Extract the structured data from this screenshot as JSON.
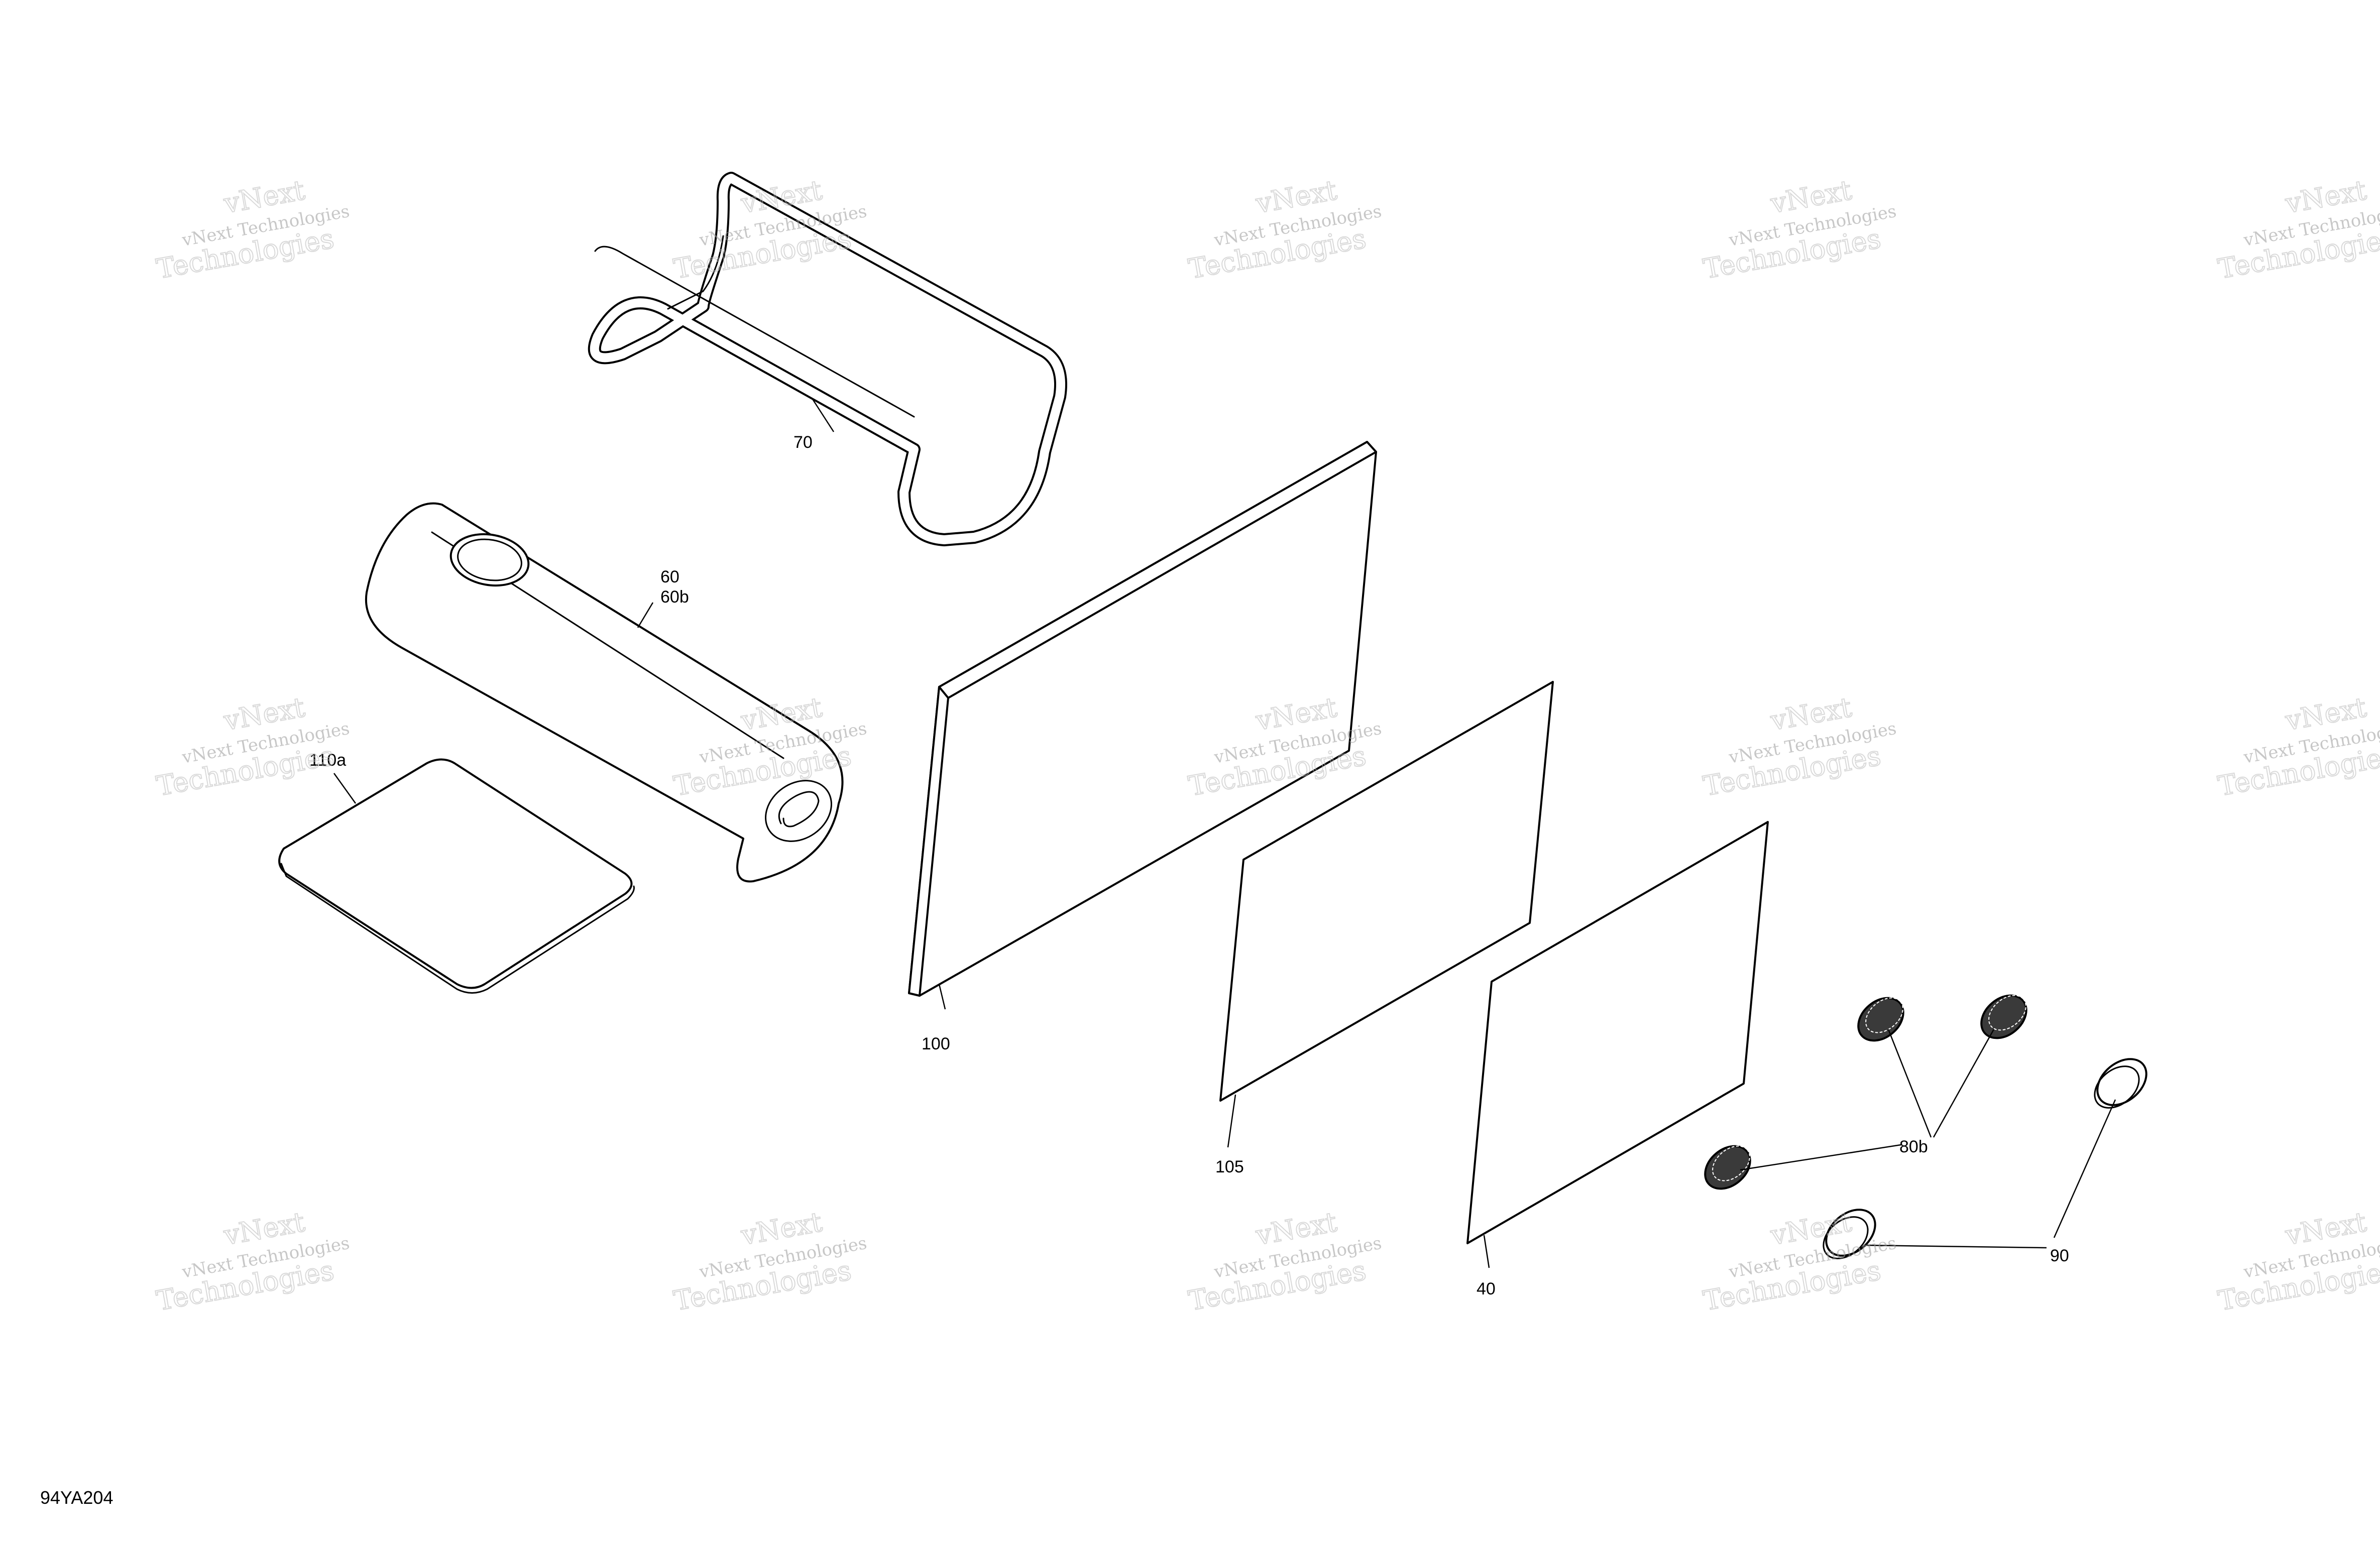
{
  "diagram": {
    "id": "94YA204",
    "callouts": {
      "c70": "70",
      "c60": "60",
      "c60b": "60b",
      "c110a": "110a",
      "c100": "100",
      "c105": "105",
      "c40": "40",
      "c80b": "80b",
      "c90": "90"
    }
  },
  "watermark": {
    "line1": "vNext Technologies",
    "big_top": "vNext",
    "big_bottom": "Technologies"
  },
  "colors": {
    "line": "#000000",
    "background": "#ffffff",
    "watermark": "#9a9a9a"
  }
}
